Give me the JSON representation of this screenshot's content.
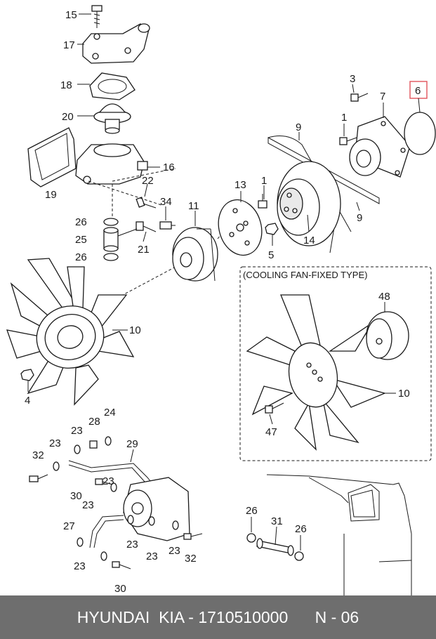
{
  "diagram": {
    "inset_title": "(COOLING FAN-FIXED TYPE)",
    "highlight_color": "#e0525a",
    "callouts": [
      "15",
      "17",
      "18",
      "20",
      "19",
      "16",
      "22",
      "34",
      "26",
      "25",
      "26",
      "21",
      "11",
      "13",
      "1",
      "5",
      "14",
      "9",
      "9",
      "3",
      "1",
      "7",
      "6",
      "10",
      "4",
      "48",
      "10",
      "47",
      "24",
      "28",
      "23",
      "29",
      "23",
      "32",
      "23",
      "30",
      "23",
      "27",
      "23",
      "23",
      "23",
      "32",
      "23",
      "30",
      "26",
      "31",
      "26"
    ]
  },
  "footer": {
    "brand": "HYUNDAI  KIA - 1710510000",
    "page": "N - 06",
    "bg_color": "#6e6e6e"
  }
}
